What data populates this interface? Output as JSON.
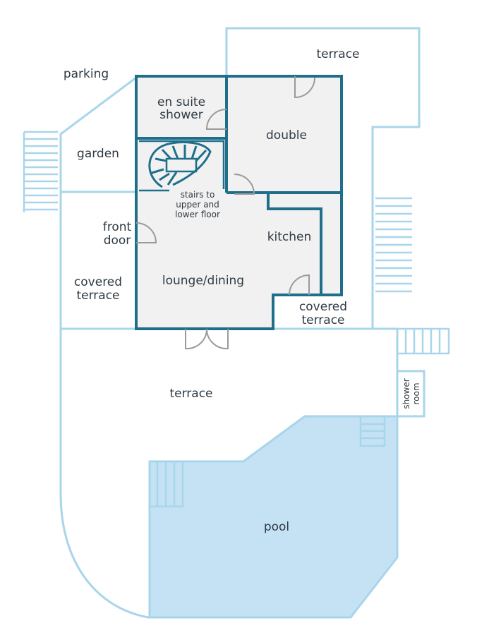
{
  "labels": {
    "parking": "parking",
    "terrace_top": "terrace",
    "en_suite_1": "en suite",
    "en_suite_2": "shower",
    "double": "double",
    "garden": "garden",
    "stairs_1": "stairs to",
    "stairs_2": "upper and",
    "stairs_3": "lower floor",
    "front_1": "front",
    "front_2": "door",
    "kitchen": "kitchen",
    "covered_left_1": "covered",
    "covered_left_2": "terrace",
    "lounge": "lounge/dining",
    "covered_right_1": "covered",
    "covered_right_2": "terrace",
    "terrace_main": "terrace",
    "shower_room_1": "shower",
    "shower_room_2": "room",
    "pool": "pool"
  },
  "colors": {
    "wall_dark": "#1f6f8b",
    "outline_light": "#a9d5ea",
    "room_fill": "#f1f1f1",
    "pool_fill": "#c4e2f4",
    "door": "#9a9a9a",
    "text": "#2f3a44"
  }
}
